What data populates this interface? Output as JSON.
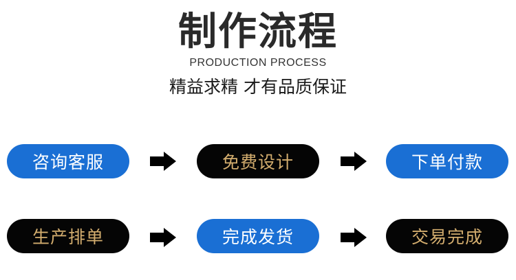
{
  "header": {
    "title": "制作流程",
    "subtitle": "PRODUCTION PROCESS",
    "slogan": "精益求精 才有品质保证"
  },
  "flow": {
    "row1": [
      "咨询客服",
      "免费设计",
      "下单付款"
    ],
    "row2": [
      "生产排单",
      "完成发货",
      "交易完成"
    ]
  },
  "colors": {
    "blue_pill": "#1a6fd4",
    "black_pill": "#050505",
    "gold_text": "#d3ad6e",
    "arrow": "#000000"
  },
  "icons": {
    "arrow": "arrow-right-icon"
  }
}
